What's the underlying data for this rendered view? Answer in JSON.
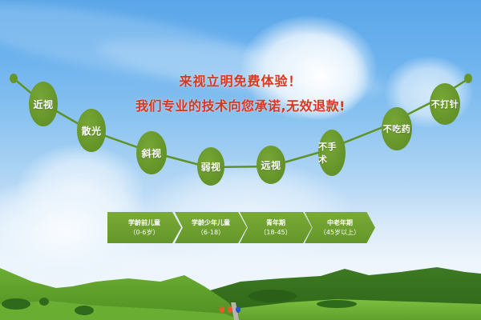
{
  "headline": {
    "line1": "来视立明免费体验！",
    "line2": "我们专业的技术向您承诺,无效退款!"
  },
  "conditions": [
    {
      "label": "近视"
    },
    {
      "label": "散光"
    },
    {
      "label": "斜视"
    },
    {
      "label": "弱视"
    },
    {
      "label": "远视"
    },
    {
      "label": "不手术"
    },
    {
      "label": "不吃药"
    },
    {
      "label": "不打针"
    }
  ],
  "stages": [
    {
      "title": "学龄前儿童",
      "range": "（0-6岁）"
    },
    {
      "title": "学龄少年儿童",
      "range": "（6-18）"
    },
    {
      "title": "青年期",
      "range": "（18-45）"
    },
    {
      "title": "中老年期",
      "range": "（45岁以上）"
    }
  ],
  "carousel": {
    "dots": [
      {
        "color": "#e85a2a",
        "active": false
      },
      {
        "color": "#e85a2a",
        "active": false
      },
      {
        "color": "#2a54c8",
        "active": true
      }
    ]
  },
  "colors": {
    "accent_red": "#d9361e",
    "node_green": "#66952a",
    "curve_green": "#5f9226"
  }
}
